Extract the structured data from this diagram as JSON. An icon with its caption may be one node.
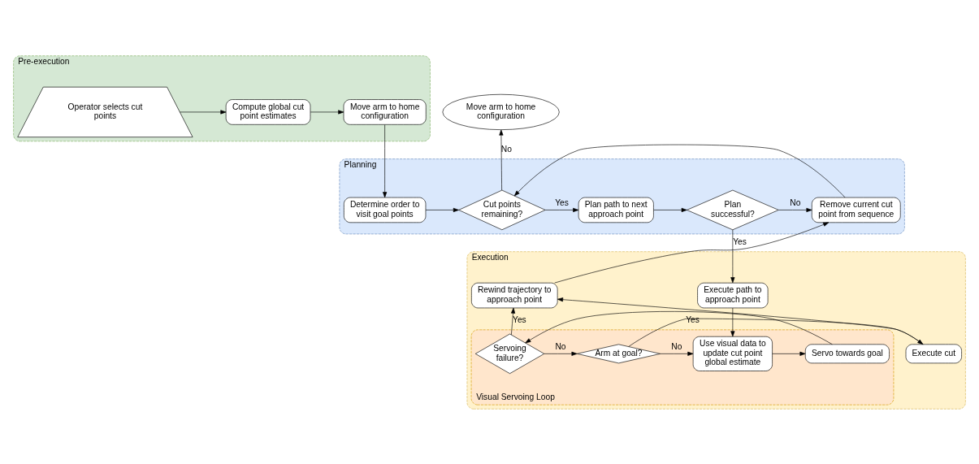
{
  "diagram": {
    "nodes": [
      {
        "text": [
          "Pre-execution"
        ]
      },
      {
        "text": [
          "Operator selects cut points"
        ],
        "in": 0
      },
      {
        "text": [
          "Compute global cut point estimates"
        ],
        "in": 0
      },
      {
        "text": [
          "Move arm to home configuration"
        ],
        "in": 0
      },
      {
        "text": [
          "Move arm to home configuration"
        ]
      },
      {
        "text": [
          "Planning"
        ]
      },
      {
        "text": [
          "Determine order to visit goal points"
        ],
        "in": 5
      },
      {
        "text": [
          "Cut points remaining?"
        ],
        "in": 5
      },
      {
        "text": [
          "Plan path to next approach point"
        ],
        "in": 5
      },
      {
        "text": [
          "Plan successful?"
        ],
        "in": 5
      },
      {
        "text": [
          "Remove current cut point from sequence"
        ],
        "in": 5
      },
      {
        "text": [
          "Execution"
        ]
      },
      {
        "text": [
          "Execute path to approach point"
        ],
        "in": 11
      },
      {
        "text": [
          "Visual Servoing Loop"
        ],
        "in": 11
      },
      {
        "text": [
          "Use visual data to update cut point global estimate"
        ],
        "in": 13
      },
      {
        "text": [
          "Servo towards goal"
        ],
        "in": 13
      },
      {
        "text": [
          "Servoing failure?"
        ],
        "in": 13
      },
      {
        "text": [
          "Arm at goal?"
        ],
        "in": 13
      },
      {
        "text": [
          "Rewind trajectory to approach point"
        ],
        "in": 11
      },
      {
        "text": [
          "Execute cut"
        ],
        "in": 11
      }
    ],
    "edges": [
      {
        "from": 1,
        "to": 2,
        "arrow": "to"
      },
      {
        "from": 2,
        "to": 3,
        "arrow": "to"
      },
      {
        "from": 3,
        "to": 6,
        "arrow": "to"
      },
      {
        "from": 6,
        "to": 7,
        "arrow": "to"
      },
      {
        "from": 7,
        "to": 4,
        "arrow": "to",
        "label": "No"
      },
      {
        "from": 7,
        "to": 8,
        "arrow": "to",
        "label": "Yes"
      },
      {
        "from": 8,
        "to": 9,
        "arrow": "to"
      },
      {
        "from": 9,
        "to": 10,
        "arrow": "to",
        "label": "No"
      },
      {
        "from": 10,
        "to": 7,
        "arrow": "to"
      },
      {
        "from": 9,
        "to": 12,
        "arrow": "to",
        "label": "Yes"
      },
      {
        "from": 12,
        "to": 14,
        "arrow": "to"
      },
      {
        "from": 14,
        "to": 15,
        "arrow": "to"
      },
      {
        "from": 15,
        "to": 16,
        "arrow": "to"
      },
      {
        "from": 16,
        "to": 17,
        "arrow": "to",
        "label": "No"
      },
      {
        "from": 16,
        "to": 18,
        "arrow": "to",
        "label": "Yes"
      },
      {
        "from": 17,
        "to": 19,
        "arrow": "to",
        "label": "Yes"
      },
      {
        "from": 17,
        "to": 14,
        "arrow": "to",
        "label": "No"
      },
      {
        "from": 19,
        "to": 18,
        "arrow": "to"
      },
      {
        "from": 18,
        "to": 10,
        "arrow": "to"
      }
    ]
  }
}
